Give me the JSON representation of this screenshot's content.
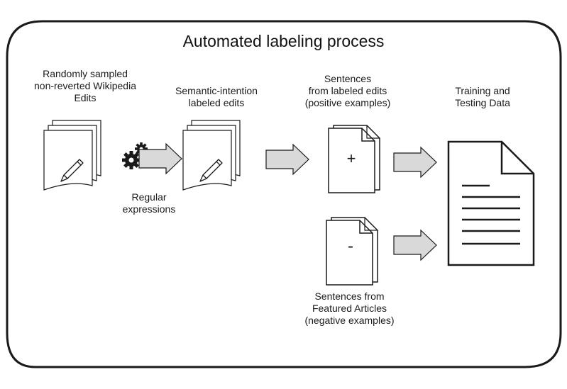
{
  "title": "Automated labeling process",
  "stages": {
    "source": {
      "lines": [
        "Randomly sampled",
        "non-reverted Wikipedia",
        "Edits"
      ]
    },
    "labeled": {
      "lines": [
        "Semantic-intention",
        "labeled edits"
      ]
    },
    "positive": {
      "lines": [
        "Sentences",
        "from labeled edits",
        "(positive examples)"
      ],
      "symbol": "+"
    },
    "negative": {
      "lines": [
        "Sentences from",
        "Featured Articles",
        "(negative examples)"
      ],
      "symbol": "-"
    },
    "output": {
      "lines": [
        "Training and",
        "Testing Data"
      ]
    }
  },
  "regex": {
    "lines": [
      "Regular",
      "expressions"
    ]
  },
  "icons": {
    "stack": "pencil-document-stack-icon",
    "gears": "gears-icon",
    "arrow": "right-arrow-icon",
    "doc": "document-icon",
    "lined_doc": "lined-document-icon"
  },
  "colors": {
    "arrow_fill": "#d9d9d9",
    "stroke": "#1a1a1a"
  }
}
